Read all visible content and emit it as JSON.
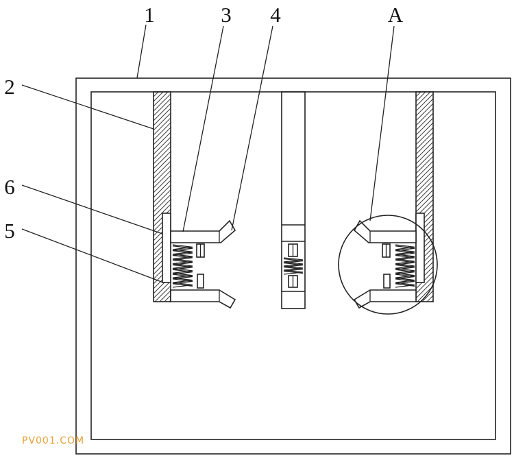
{
  "callouts": {
    "top": [
      "1",
      "3",
      "4",
      "A"
    ],
    "left": [
      "2",
      "6",
      "5"
    ]
  },
  "watermark": "PV001.COM",
  "colors": {
    "line": "#222222",
    "watermark": "#e8a13a"
  }
}
